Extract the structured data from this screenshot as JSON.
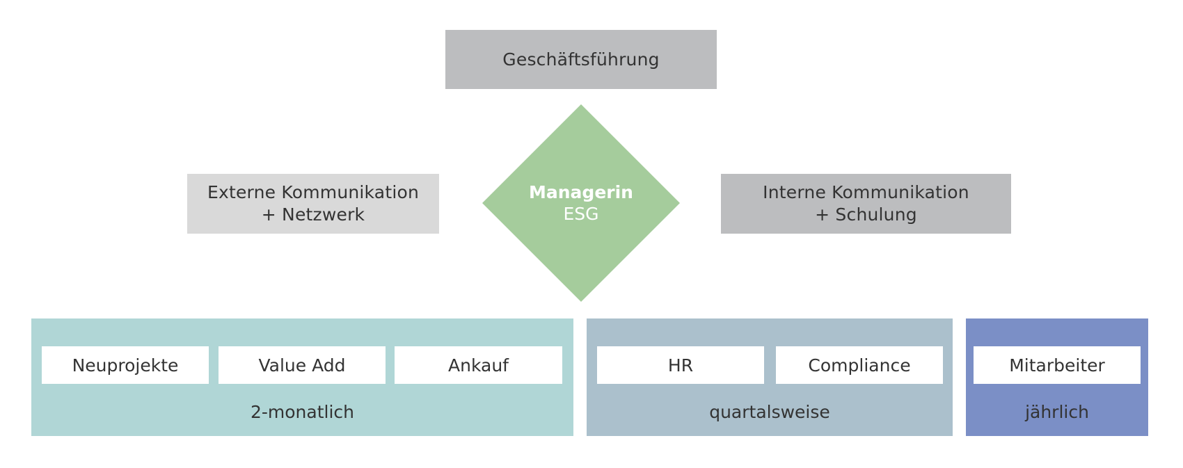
{
  "top": {
    "label": "Geschäftsführung"
  },
  "left": {
    "label": "Externe Kommunikation\n+ Netzwerk"
  },
  "right": {
    "label": "Interne Kommunikation\n+ Schulung"
  },
  "center": {
    "title": "Managerin",
    "subtitle": "ESG",
    "color": "#a5cc9c"
  },
  "groups": [
    {
      "items": [
        "Neuprojekte",
        "Value Add",
        "Ankauf"
      ],
      "frequency": "2-monatlich",
      "color": "#b0d6d6"
    },
    {
      "items": [
        "HR",
        "Compliance"
      ],
      "frequency": "quartalsweise",
      "color": "#abc0cc"
    },
    {
      "items": [
        "Mitarbeiter"
      ],
      "frequency": "jährlich",
      "color": "#7b8fc6"
    }
  ]
}
